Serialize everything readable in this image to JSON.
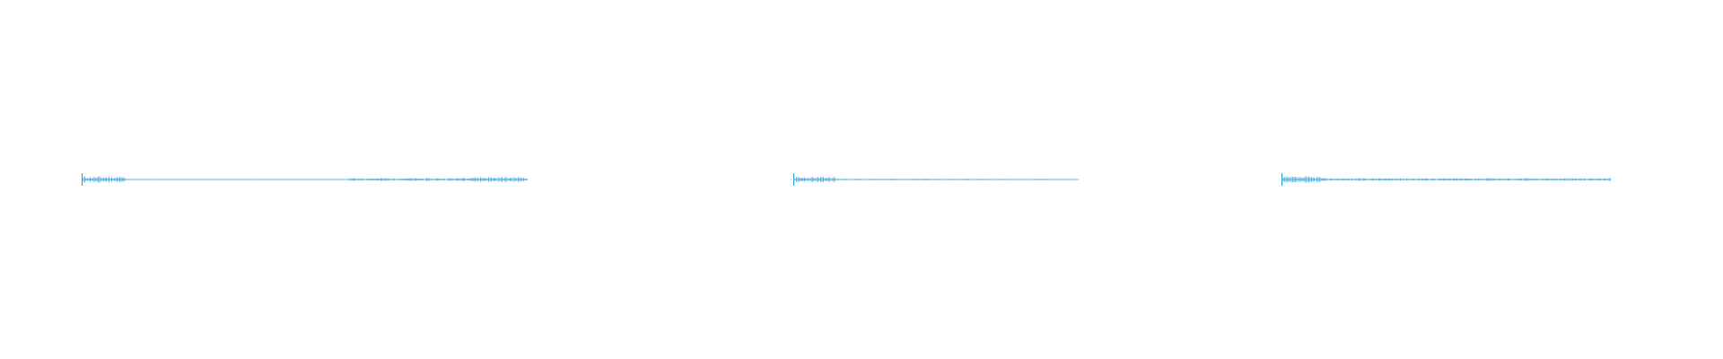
{
  "theme": {
    "background": "#ffffff",
    "waveform_color": "#2a9fd8"
  },
  "waveforms": [
    {
      "density": "dense-ends",
      "seed": 11
    },
    {
      "density": "sparse-tail",
      "seed": 23
    },
    {
      "density": "uniform",
      "seed": 37
    }
  ]
}
